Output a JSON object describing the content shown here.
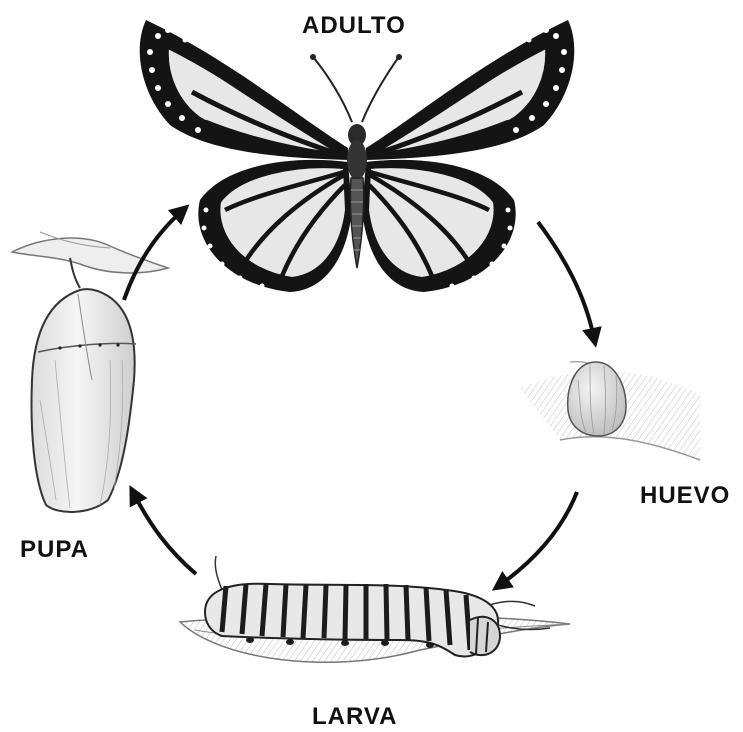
{
  "stages": {
    "adult": "ADULTO",
    "egg": "HUEVO",
    "larva": "LARVA",
    "pupa": "PUPA"
  },
  "colors": {
    "ink": "#111111",
    "wing_panel": "#e7e7e7",
    "wing_border": "#141414",
    "background": "#ffffff"
  },
  "cycle_order": [
    "adult",
    "egg",
    "larva",
    "pupa"
  ]
}
